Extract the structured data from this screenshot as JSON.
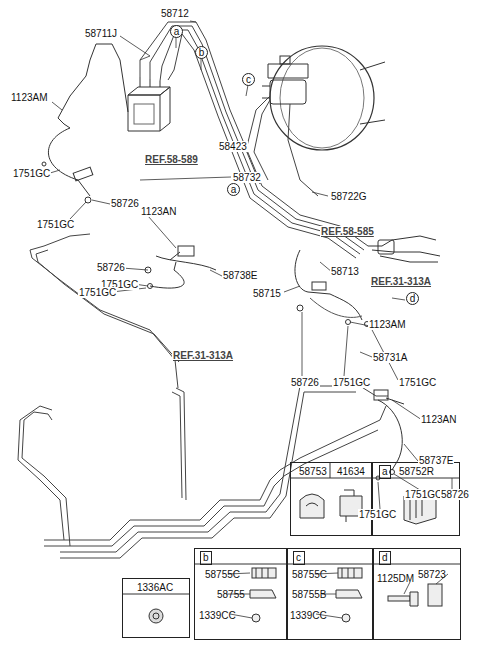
{
  "diagram": {
    "nodes": [
      {
        "text": [
          "a"
        ]
      },
      {
        "text": [
          "b"
        ]
      },
      {
        "text": [
          "c"
        ]
      },
      {
        "text": [
          "a"
        ]
      },
      {
        "text": [
          "d"
        ]
      },
      {
        "text": [
          "58753",
          "41634"
        ]
      },
      {
        "text": [
          "58752R"
        ]
      },
      {
        "text": [
          "a"
        ],
        "in": 6
      },
      {
        "text": [
          "58755C",
          "58755",
          "1339CC"
        ]
      },
      {
        "text": [
          "b"
        ],
        "in": 8
      },
      {
        "text": [
          "58755C",
          "58755B",
          "1339CC"
        ]
      },
      {
        "text": [
          "c"
        ],
        "in": 10
      },
      {
        "text": [
          "1125DM",
          "58723"
        ]
      },
      {
        "text": [
          "d"
        ],
        "in": 12
      },
      {
        "text": [
          "1336AC"
        ]
      }
    ],
    "labels": [
      "58712",
      "58711J",
      "1123AM",
      "1751GC",
      "58732",
      "1751GC",
      "58726",
      "REF.58-589",
      "58423",
      "REF.58-585",
      "58722G",
      "58713",
      "REF.31-313A",
      "58715",
      "1123AM",
      "58731A",
      "58726",
      "1751GC",
      "1751GC",
      "1123AN",
      "58726",
      "1751GC",
      "1751GC",
      "58738E",
      "REF.31-313A",
      "1123AN",
      "58737E",
      "1751GC",
      "58726",
      "1751GC"
    ]
  }
}
